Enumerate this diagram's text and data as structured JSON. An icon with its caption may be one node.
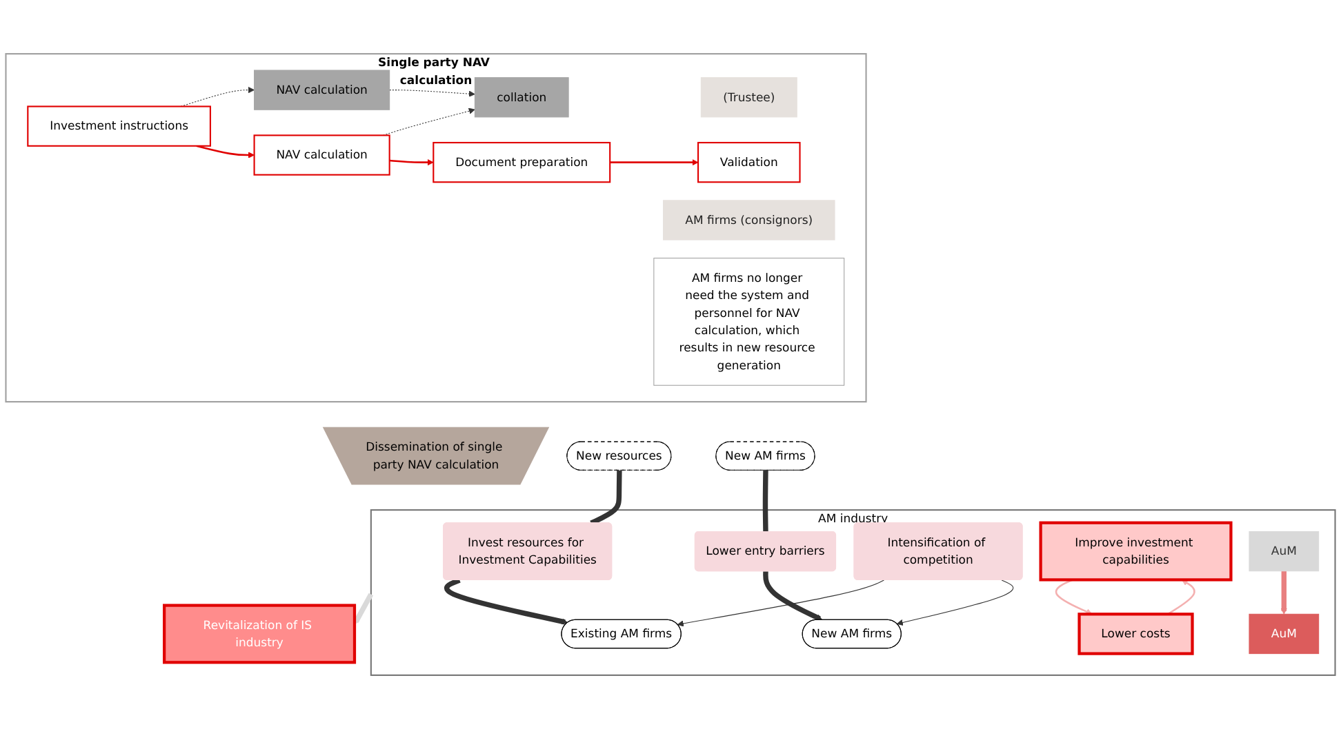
{
  "diagram": {
    "nodes": [
      {
        "text": [
          "Single party NAV calculation"
        ]
      },
      {
        "text": [
          "(Trustee)"
        ],
        "in": 0
      },
      {
        "text": [
          "AM firms (consignors)"
        ],
        "in": 0
      },
      {
        "text": [
          "Investment instructions"
        ],
        "in": 0
      },
      {
        "text": [
          "NAV calculation"
        ],
        "in": 0
      },
      {
        "text": [
          "NAV calculation"
        ],
        "in": 0
      },
      {
        "text": [
          "collation"
        ],
        "in": 0
      },
      {
        "text": [
          "Document preparation"
        ],
        "in": 0
      },
      {
        "text": [
          "Validation"
        ],
        "in": 0
      },
      {
        "text": [
          "AM firms no longer need the system and personnel for NAV calculation, which results in new resource generation"
        ],
        "in": 0
      },
      {
        "text": [
          "Dissemination of single party NAV calculation"
        ]
      },
      {
        "text": [
          "New resources"
        ]
      },
      {
        "text": [
          "New AM firms"
        ]
      },
      {
        "text": [
          "AM industry"
        ]
      },
      {
        "text": [
          "Invest resources for Investment Capabilities"
        ],
        "in": 13
      },
      {
        "text": [
          "Lower entry barriers"
        ],
        "in": 13
      },
      {
        "text": [
          "Existing AM firms"
        ],
        "in": 13
      },
      {
        "text": [
          "Intensification of competition"
        ],
        "in": 13
      },
      {
        "text": [
          "New AM firms"
        ],
        "in": 13
      },
      {
        "text": [
          "Improve investment capabilities"
        ],
        "in": 13
      },
      {
        "text": [
          "Lower costs"
        ],
        "in": 13
      },
      {
        "text": [
          "AuM"
        ],
        "in": 13
      },
      {
        "text": [
          "AuM"
        ],
        "in": 13
      },
      {
        "text": [
          "Revitalization of IS industry"
        ]
      }
    ],
    "edges": [
      {
        "from": 3,
        "to": 4,
        "arrow": "to",
        "color": "#e00000"
      },
      {
        "from": 3,
        "to": 5,
        "arrow": "to",
        "style": "dashed"
      },
      {
        "from": 4,
        "to": 6,
        "arrow": "to",
        "style": "dashed"
      },
      {
        "from": 5,
        "to": 6,
        "arrow": "to",
        "style": "dashed"
      },
      {
        "from": 4,
        "to": 7,
        "arrow": "to",
        "color": "#e00000"
      },
      {
        "from": 7,
        "to": 8,
        "arrow": "to",
        "color": "#e00000"
      },
      {
        "from": 11,
        "to": 14,
        "arrow": "none",
        "style": "thick"
      },
      {
        "from": 14,
        "to": 16,
        "arrow": "to",
        "style": "thick"
      },
      {
        "from": 12,
        "to": 15,
        "arrow": "none",
        "style": "thick"
      },
      {
        "from": 15,
        "to": 18,
        "arrow": "to",
        "style": "thick"
      },
      {
        "from": 17,
        "to": 16,
        "arrow": "to"
      },
      {
        "from": 17,
        "to": 18,
        "arrow": "to"
      },
      {
        "from": 19,
        "to": 20,
        "arrow": "to",
        "color": "#f4b0b0"
      },
      {
        "from": 20,
        "to": 19,
        "arrow": "to",
        "color": "#f4b0b0"
      },
      {
        "from": 21,
        "to": 22,
        "arrow": "to",
        "style": "thick",
        "color": "#e88080"
      },
      {
        "from": 13,
        "to": 23,
        "arrow": "to",
        "style": "thick",
        "color": "#d9d9d9"
      }
    ]
  }
}
